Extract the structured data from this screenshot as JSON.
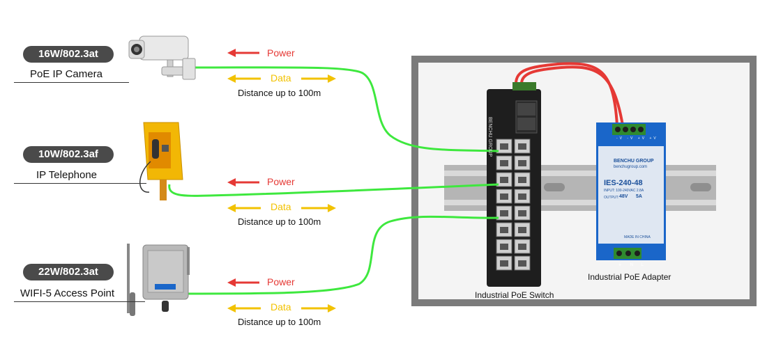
{
  "devices": [
    {
      "badge": "16W/802.3at",
      "label": "PoE IP Camera"
    },
    {
      "badge": "10W/802.3af",
      "label": "IP Telephone"
    },
    {
      "badge": "22W/802.3at",
      "label": "WIFI-5 Access Point"
    }
  ],
  "links": [
    {
      "power": "Power",
      "data": "Data",
      "distance": "Distance up to 100m"
    },
    {
      "power": "Power",
      "data": "Data",
      "distance": "Distance up to 100m"
    },
    {
      "power": "Power",
      "data": "Data",
      "distance": "Distance up to 100m"
    }
  ],
  "switch": {
    "caption": "Industrial PoE Switch",
    "brand": "BENCHU GROUP"
  },
  "adapter": {
    "caption": "Industrial PoE Adapter",
    "brand": "BENCHU GROUP",
    "website": "benchugroup.com",
    "model": "IES-240-48",
    "input": "INPUT: 100-240VAC 2.8A",
    "output_label": "OUTPUT:",
    "output_v": "48V",
    "output_a": "5A",
    "terminals_top": [
      "-V",
      "-V",
      "+V",
      "+V"
    ],
    "terminals_bottom": [
      "⏚",
      "N",
      "L"
    ],
    "made_in": "MADE IN CHINA"
  },
  "colors": {
    "cable_green": "#3ee83e",
    "power_red": "#e53935",
    "data_yellow": "#f2c200",
    "badge_bg": "#4a4a4a",
    "panel_gray": "#7b7b7b",
    "adapter_blue": "#1a66c9"
  }
}
